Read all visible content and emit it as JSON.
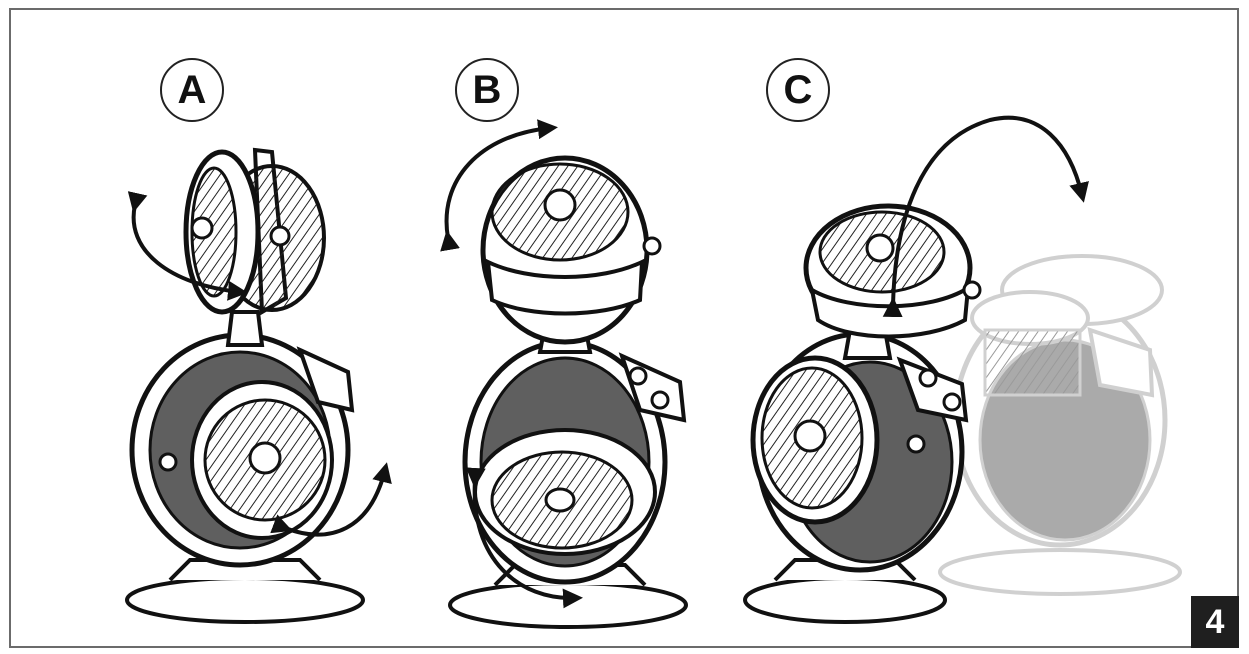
{
  "labels": {
    "a": "A",
    "b": "B",
    "c": "C"
  },
  "page_number": "4",
  "colors": {
    "line": "#111111",
    "shade": "#5f5f5f",
    "ghost": "#cfcfcf",
    "frame": "#6b6b6b",
    "badge_bg": "#1f1f1f"
  },
  "icons": [
    "rotate-arrow-icon",
    "tilt-arrow-icon",
    "swing-arrow-icon"
  ]
}
